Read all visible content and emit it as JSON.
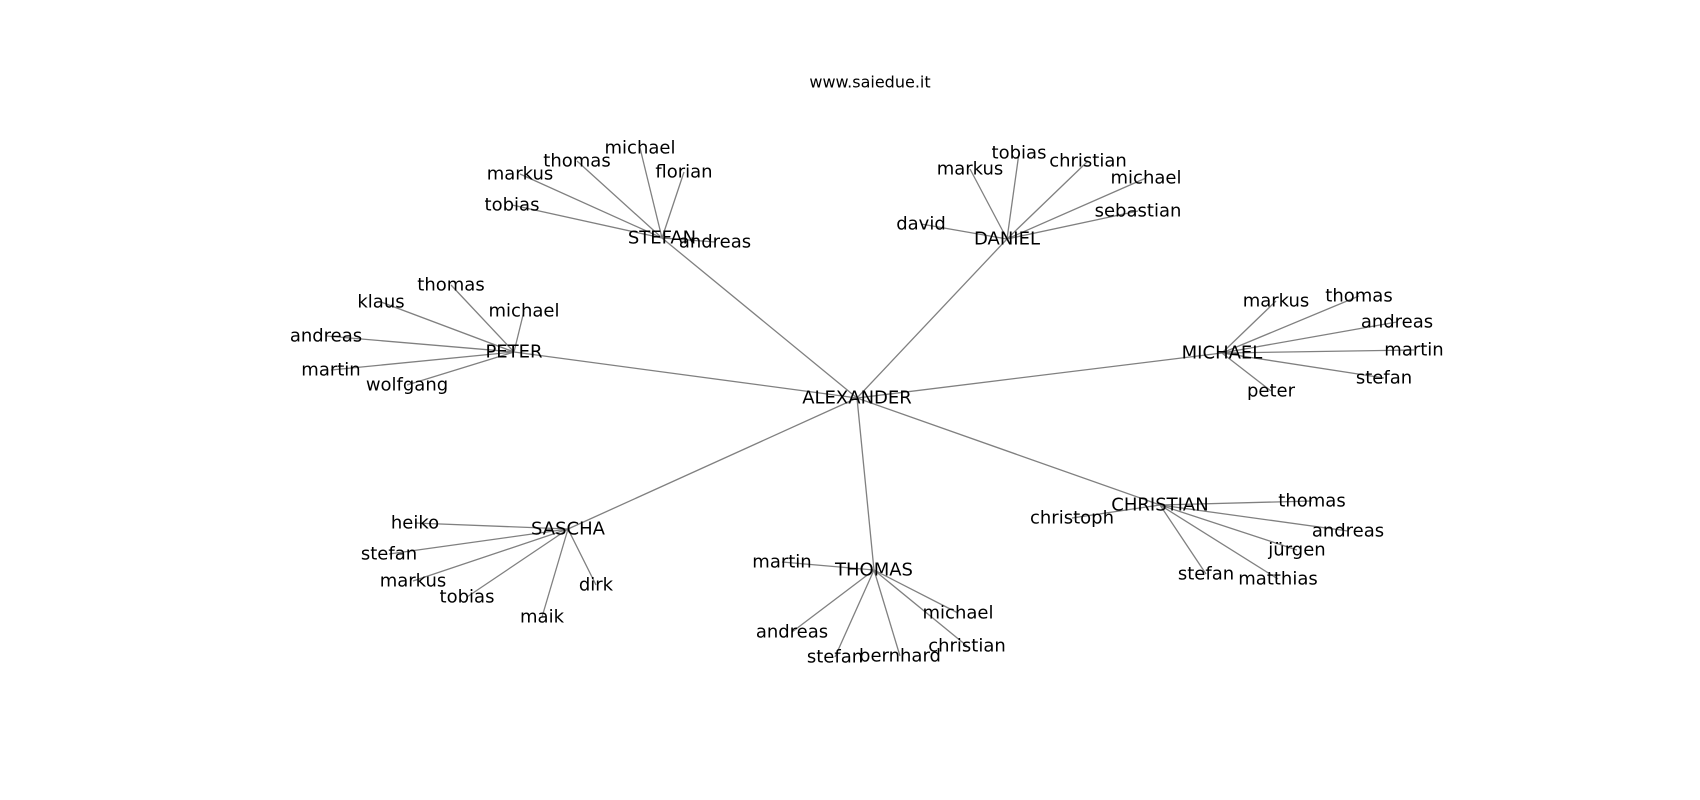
{
  "title": "www.saiedue.it",
  "edge_color": "#808080",
  "text_color": "#000000",
  "root": "ALEXANDER",
  "groups": [
    {
      "hub": "STEFAN",
      "children": [
        "michael",
        "florian",
        "thomas",
        "markus",
        "tobias",
        "andreas"
      ]
    },
    {
      "hub": "DANIEL",
      "children": [
        "tobias",
        "christian",
        "markus",
        "michael",
        "sebastian",
        "david"
      ]
    },
    {
      "hub": "PETER",
      "children": [
        "thomas",
        "klaus",
        "michael",
        "andreas",
        "martin",
        "wolfgang"
      ]
    },
    {
      "hub": "MICHAEL",
      "children": [
        "markus",
        "thomas",
        "andreas",
        "martin",
        "stefan",
        "peter"
      ]
    },
    {
      "hub": "SASCHA",
      "children": [
        "heiko",
        "stefan",
        "markus",
        "tobias",
        "maik",
        "dirk"
      ]
    },
    {
      "hub": "THOMAS",
      "children": [
        "martin",
        "andreas",
        "stefan",
        "bernhard",
        "michael",
        "christian"
      ]
    },
    {
      "hub": "CHRISTIAN",
      "children": [
        "christoph",
        "thomas",
        "andreas",
        "jürgen",
        "matthias",
        "stefan"
      ]
    }
  ]
}
